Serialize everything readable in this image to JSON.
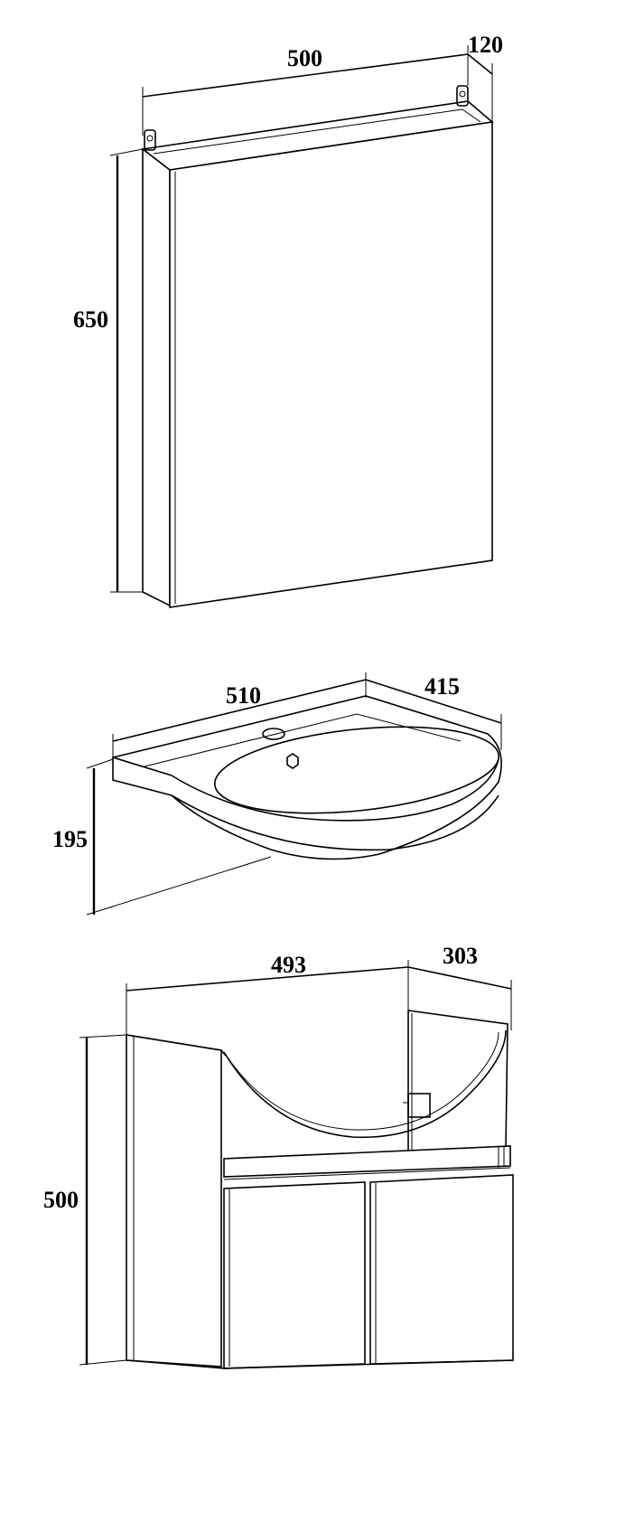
{
  "mirror_cabinet": {
    "width": "500",
    "depth": "120",
    "height": "650"
  },
  "washbasin": {
    "width": "510",
    "depth": "415",
    "height": "195"
  },
  "base_cabinet": {
    "width": "493",
    "depth": "303",
    "height": "500"
  }
}
